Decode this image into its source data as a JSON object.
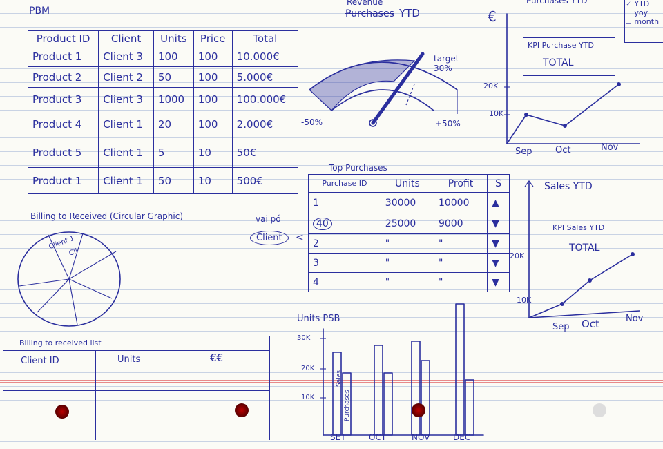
{
  "page_title": "PBM",
  "product_table": {
    "headers": [
      "Product ID",
      "Client",
      "Units",
      "Price",
      "Total"
    ],
    "rows": [
      [
        "Product 1",
        "Client 3",
        "100",
        "100",
        "10.000€"
      ],
      [
        "Product 2",
        "Client 2",
        "50",
        "100",
        "5.000€"
      ],
      [
        "Product 3",
        "Client 3",
        "1000",
        "100",
        "100.000€"
      ],
      [
        "Product 4",
        "Client 1",
        "20",
        "100",
        "2.000€"
      ],
      [
        "Product 5",
        "Client 1",
        "5",
        "10",
        "50€"
      ],
      [
        "Product 1",
        "Client 1",
        "50",
        "10",
        "500€"
      ]
    ]
  },
  "gauge": {
    "title_top": "Revenue",
    "title_struck": "Purchases",
    "title_suffix": "YTD",
    "min_label": "-50%",
    "max_label": "+50%",
    "target_label": "target 30%"
  },
  "purchases_chart": {
    "title": "Purchases YTD",
    "currency_label": "€",
    "legend": [
      "YTD",
      "yoy",
      "month"
    ],
    "kpi_title": "KPI Purchase YTD",
    "kpi_value": "TOTAL",
    "y_ticks": [
      "20K",
      "10K"
    ],
    "x_ticks": [
      "Sep",
      "Oct",
      "Nov"
    ]
  },
  "billing_pie": {
    "title": "Billing to Received (Circular Graphic)",
    "slice_labels": [
      "Client 1",
      "Cli"
    ]
  },
  "top_purchases": {
    "title": "Top Purchases",
    "headers": [
      "Purchase ID",
      "Units",
      "Profit",
      "S"
    ],
    "rows": [
      [
        "1",
        "30000",
        "10000",
        "▲"
      ],
      [
        "40",
        "25000",
        "9000",
        "▼"
      ],
      [
        "2",
        "\"",
        "\"",
        "▼"
      ],
      [
        "3",
        "\"",
        "\"",
        "▼"
      ],
      [
        "4",
        "\"",
        "\"",
        "▼"
      ]
    ],
    "side_note": "vai pó",
    "side_target": "Client"
  },
  "sales_chart": {
    "title": "Sales YTD",
    "kpi_title": "KPI Sales YTD",
    "kpi_value": "TOTAL",
    "y_ticks": [
      "20K",
      "10K"
    ],
    "x_ticks": [
      "Sep",
      "Oct",
      "Nov"
    ]
  },
  "billing_list": {
    "title": "Billing to received list",
    "headers": [
      "Client ID",
      "Units",
      "€€"
    ]
  },
  "units_chart": {
    "title": "Units PSB",
    "y_ticks": [
      "30K",
      "20K",
      "10K"
    ],
    "x_ticks": [
      "SET",
      "OCT",
      "NOV",
      "DEC"
    ],
    "bar_labels": [
      "Sales",
      "Purchases"
    ]
  }
}
